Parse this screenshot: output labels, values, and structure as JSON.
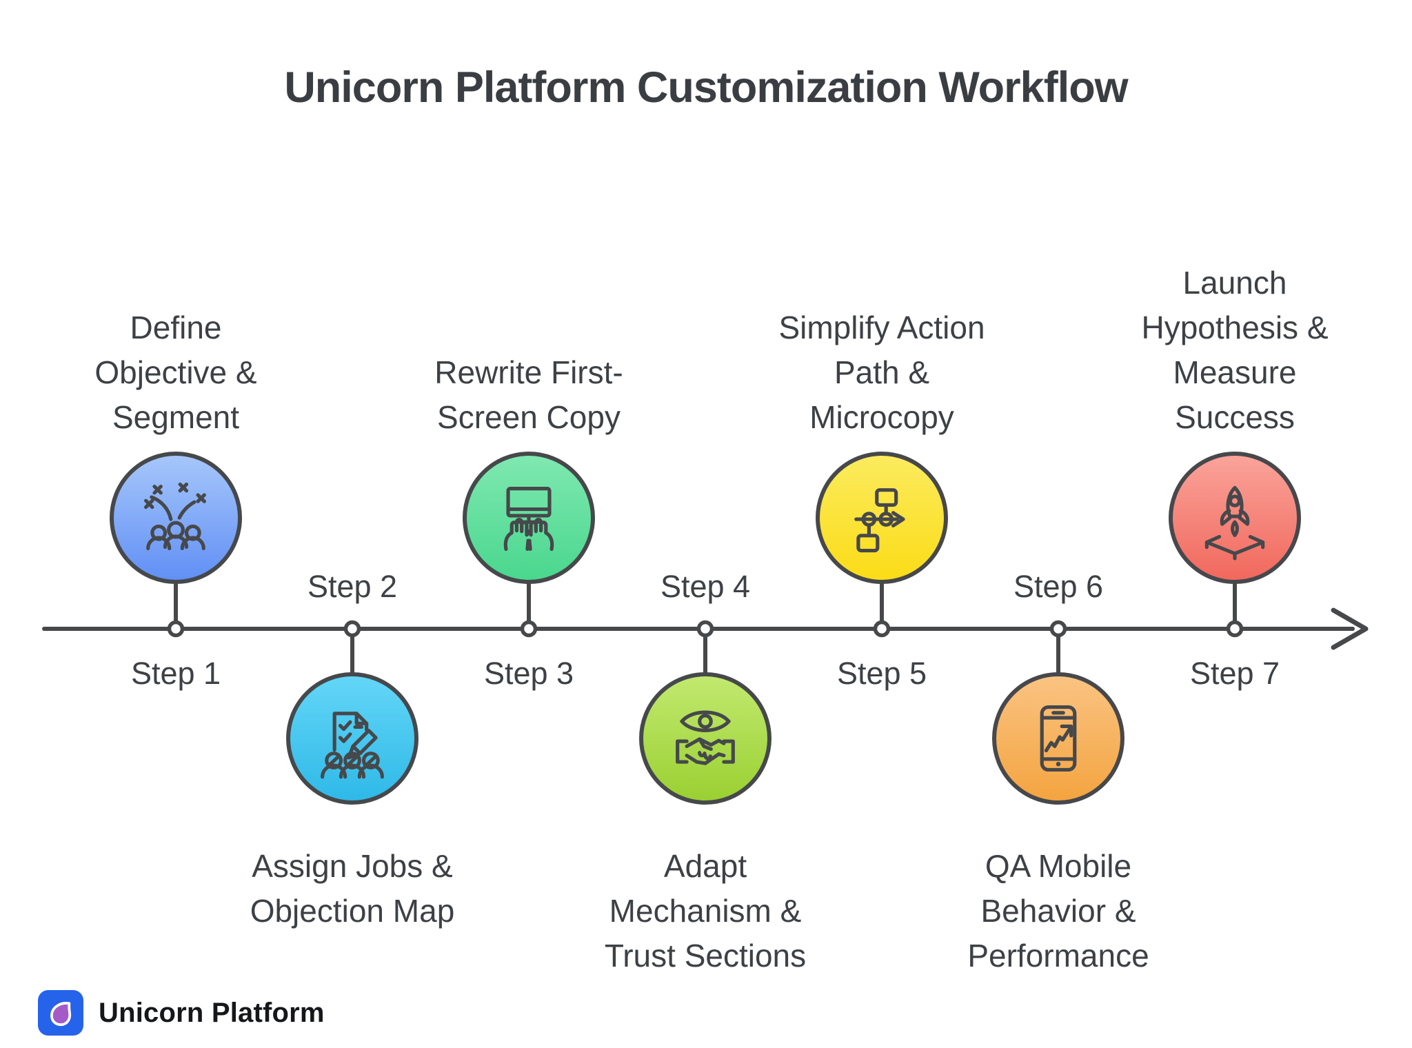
{
  "title": "Unicorn Platform Customization Workflow",
  "timeline": {
    "color": "#47484a",
    "direction": "left-to-right",
    "arrow": "right"
  },
  "steps": [
    {
      "label": "Step 1",
      "title": "Define\nObjective &\nSegment",
      "icon": "audience-growth-icon",
      "position": "above",
      "color_top": "#a6c6fa",
      "color_bottom": "#6190f5",
      "gradient": "linear-gradient(180deg,#a6c6fa 0%,#6190f5 100%)"
    },
    {
      "label": "Step 2",
      "title": "Assign Jobs &\nObjection Map",
      "icon": "task-checklist-team-icon",
      "position": "below",
      "color_top": "#63d6f7",
      "color_bottom": "#2fb9e8",
      "gradient": "linear-gradient(180deg,#63d6f7 0%,#2fb9e8 100%)"
    },
    {
      "label": "Step 3",
      "title": "Rewrite First-\nScreen Copy",
      "icon": "monitor-typing-icon",
      "position": "above",
      "color_top": "#7fe8b0",
      "color_bottom": "#4ad78e",
      "gradient": "linear-gradient(180deg,#7fe8b0 0%,#4ad78e 100%)"
    },
    {
      "label": "Step 4",
      "title": "Adapt\nMechanism &\nTrust Sections",
      "icon": "eye-handshake-icon",
      "position": "below",
      "color_top": "#c1e96f",
      "color_bottom": "#9ad032",
      "gradient": "linear-gradient(180deg,#c1e96f 0%,#9ad032 100%)"
    },
    {
      "label": "Step 5",
      "title": "Simplify Action\nPath &\nMicrocopy",
      "icon": "flowchart-icon",
      "position": "above",
      "color_top": "#fbeb5e",
      "color_bottom": "#fbdc17",
      "gradient": "linear-gradient(180deg,#fbeb5e 0%,#fbdc17 100%)"
    },
    {
      "label": "Step 6",
      "title": "QA Mobile\nBehavior &\nPerformance",
      "icon": "mobile-analytics-icon",
      "position": "below",
      "color_top": "#fac382",
      "color_bottom": "#f4a440",
      "gradient": "linear-gradient(180deg,#fac382 0%,#f4a440 100%)"
    },
    {
      "label": "Step 7",
      "title": "Launch\nHypothesis &\nMeasure\nSuccess",
      "icon": "rocket-launch-icon",
      "position": "above",
      "color_top": "#faa39a",
      "color_bottom": "#f1685d",
      "gradient": "linear-gradient(180deg,#faa39a 0%,#f1685d 100%)"
    }
  ],
  "brand": {
    "name": "Unicorn Platform",
    "logo_bg": "#2563eb",
    "logo_petal": "#a45bc8"
  }
}
